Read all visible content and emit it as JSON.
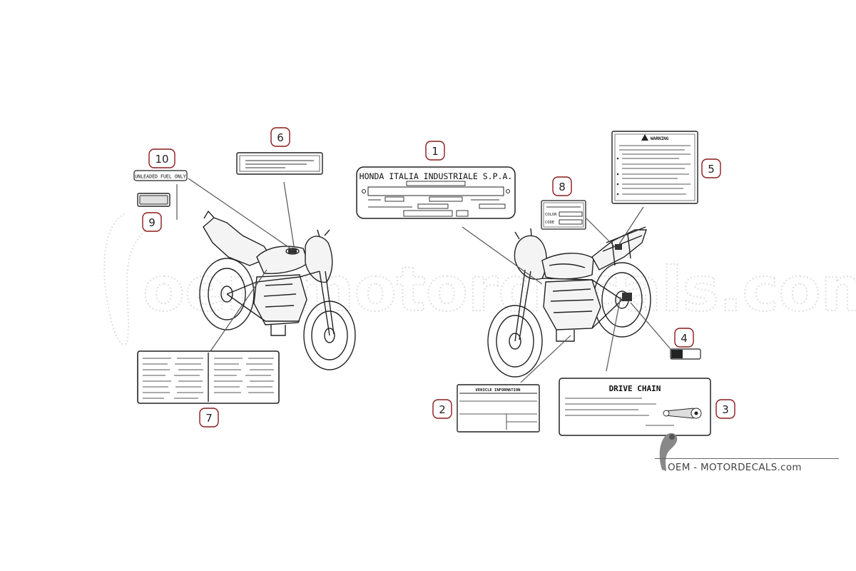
{
  "callouts": [
    {
      "number": "1"
    },
    {
      "number": "2"
    },
    {
      "number": "3"
    },
    {
      "number": "4"
    },
    {
      "number": "5"
    },
    {
      "number": "6"
    },
    {
      "number": "7"
    },
    {
      "number": "8"
    },
    {
      "number": "9"
    },
    {
      "number": "10"
    }
  ],
  "labels": {
    "fuel": "UNLEADED FUEL ONLY",
    "honda_plate": "HONDA ITALIA INDUSTRIALE S.P.A.",
    "color": "COLOR",
    "code": "CODE",
    "warning": "WARNING",
    "vehicle_info": "VEHICLE INFORMATION",
    "drive_chain": "DRIVE CHAIN"
  },
  "watermark": {
    "text": "oemmotordecals.com"
  },
  "brand": {
    "text": "OEM - MOTORDECALS.com"
  },
  "colors": {
    "callout_ring": "#8b1a1a",
    "line_art": "#222222"
  }
}
